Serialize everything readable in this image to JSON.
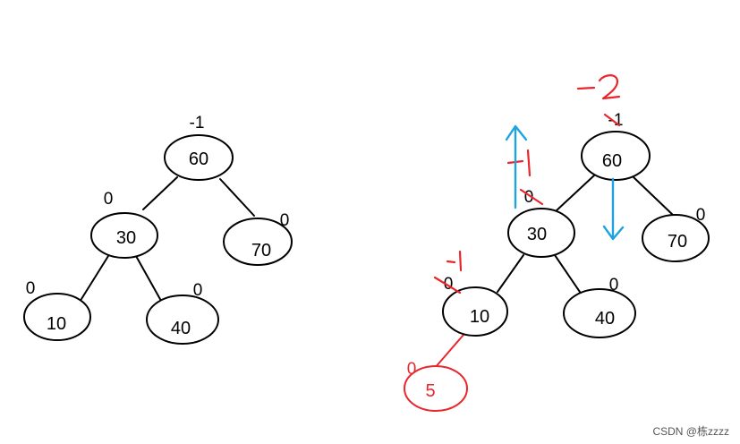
{
  "left_tree": {
    "nodes": [
      {
        "id": "60",
        "label": "60",
        "bf": "-1"
      },
      {
        "id": "30",
        "label": "30",
        "bf": "0"
      },
      {
        "id": "70",
        "label": "70",
        "bf": "0"
      },
      {
        "id": "10",
        "label": "10",
        "bf": "0"
      },
      {
        "id": "40",
        "label": "40",
        "bf": "0"
      }
    ],
    "edges": [
      [
        "60",
        "30"
      ],
      [
        "60",
        "70"
      ],
      [
        "30",
        "10"
      ],
      [
        "30",
        "40"
      ]
    ]
  },
  "right_tree": {
    "nodes": [
      {
        "id": "60",
        "label": "60",
        "bf_old": "-1",
        "bf_new": "-2"
      },
      {
        "id": "30",
        "label": "30",
        "bf_old": "0",
        "bf_new": "-1"
      },
      {
        "id": "70",
        "label": "70",
        "bf": "0"
      },
      {
        "id": "10",
        "label": "10",
        "bf_old": "0",
        "bf_new": "-1"
      },
      {
        "id": "40",
        "label": "40",
        "bf": "0"
      },
      {
        "id": "5",
        "label": "5",
        "bf": "0",
        "inserted": true
      }
    ],
    "edges": [
      [
        "60",
        "30"
      ],
      [
        "60",
        "70"
      ],
      [
        "30",
        "10"
      ],
      [
        "30",
        "40"
      ],
      [
        "10",
        "5"
      ]
    ]
  },
  "colors": {
    "ink": "#000000",
    "annotation_red": "#e8262b",
    "arrow_blue": "#1fa3de"
  },
  "watermark": "CSDN @栋zzzz"
}
